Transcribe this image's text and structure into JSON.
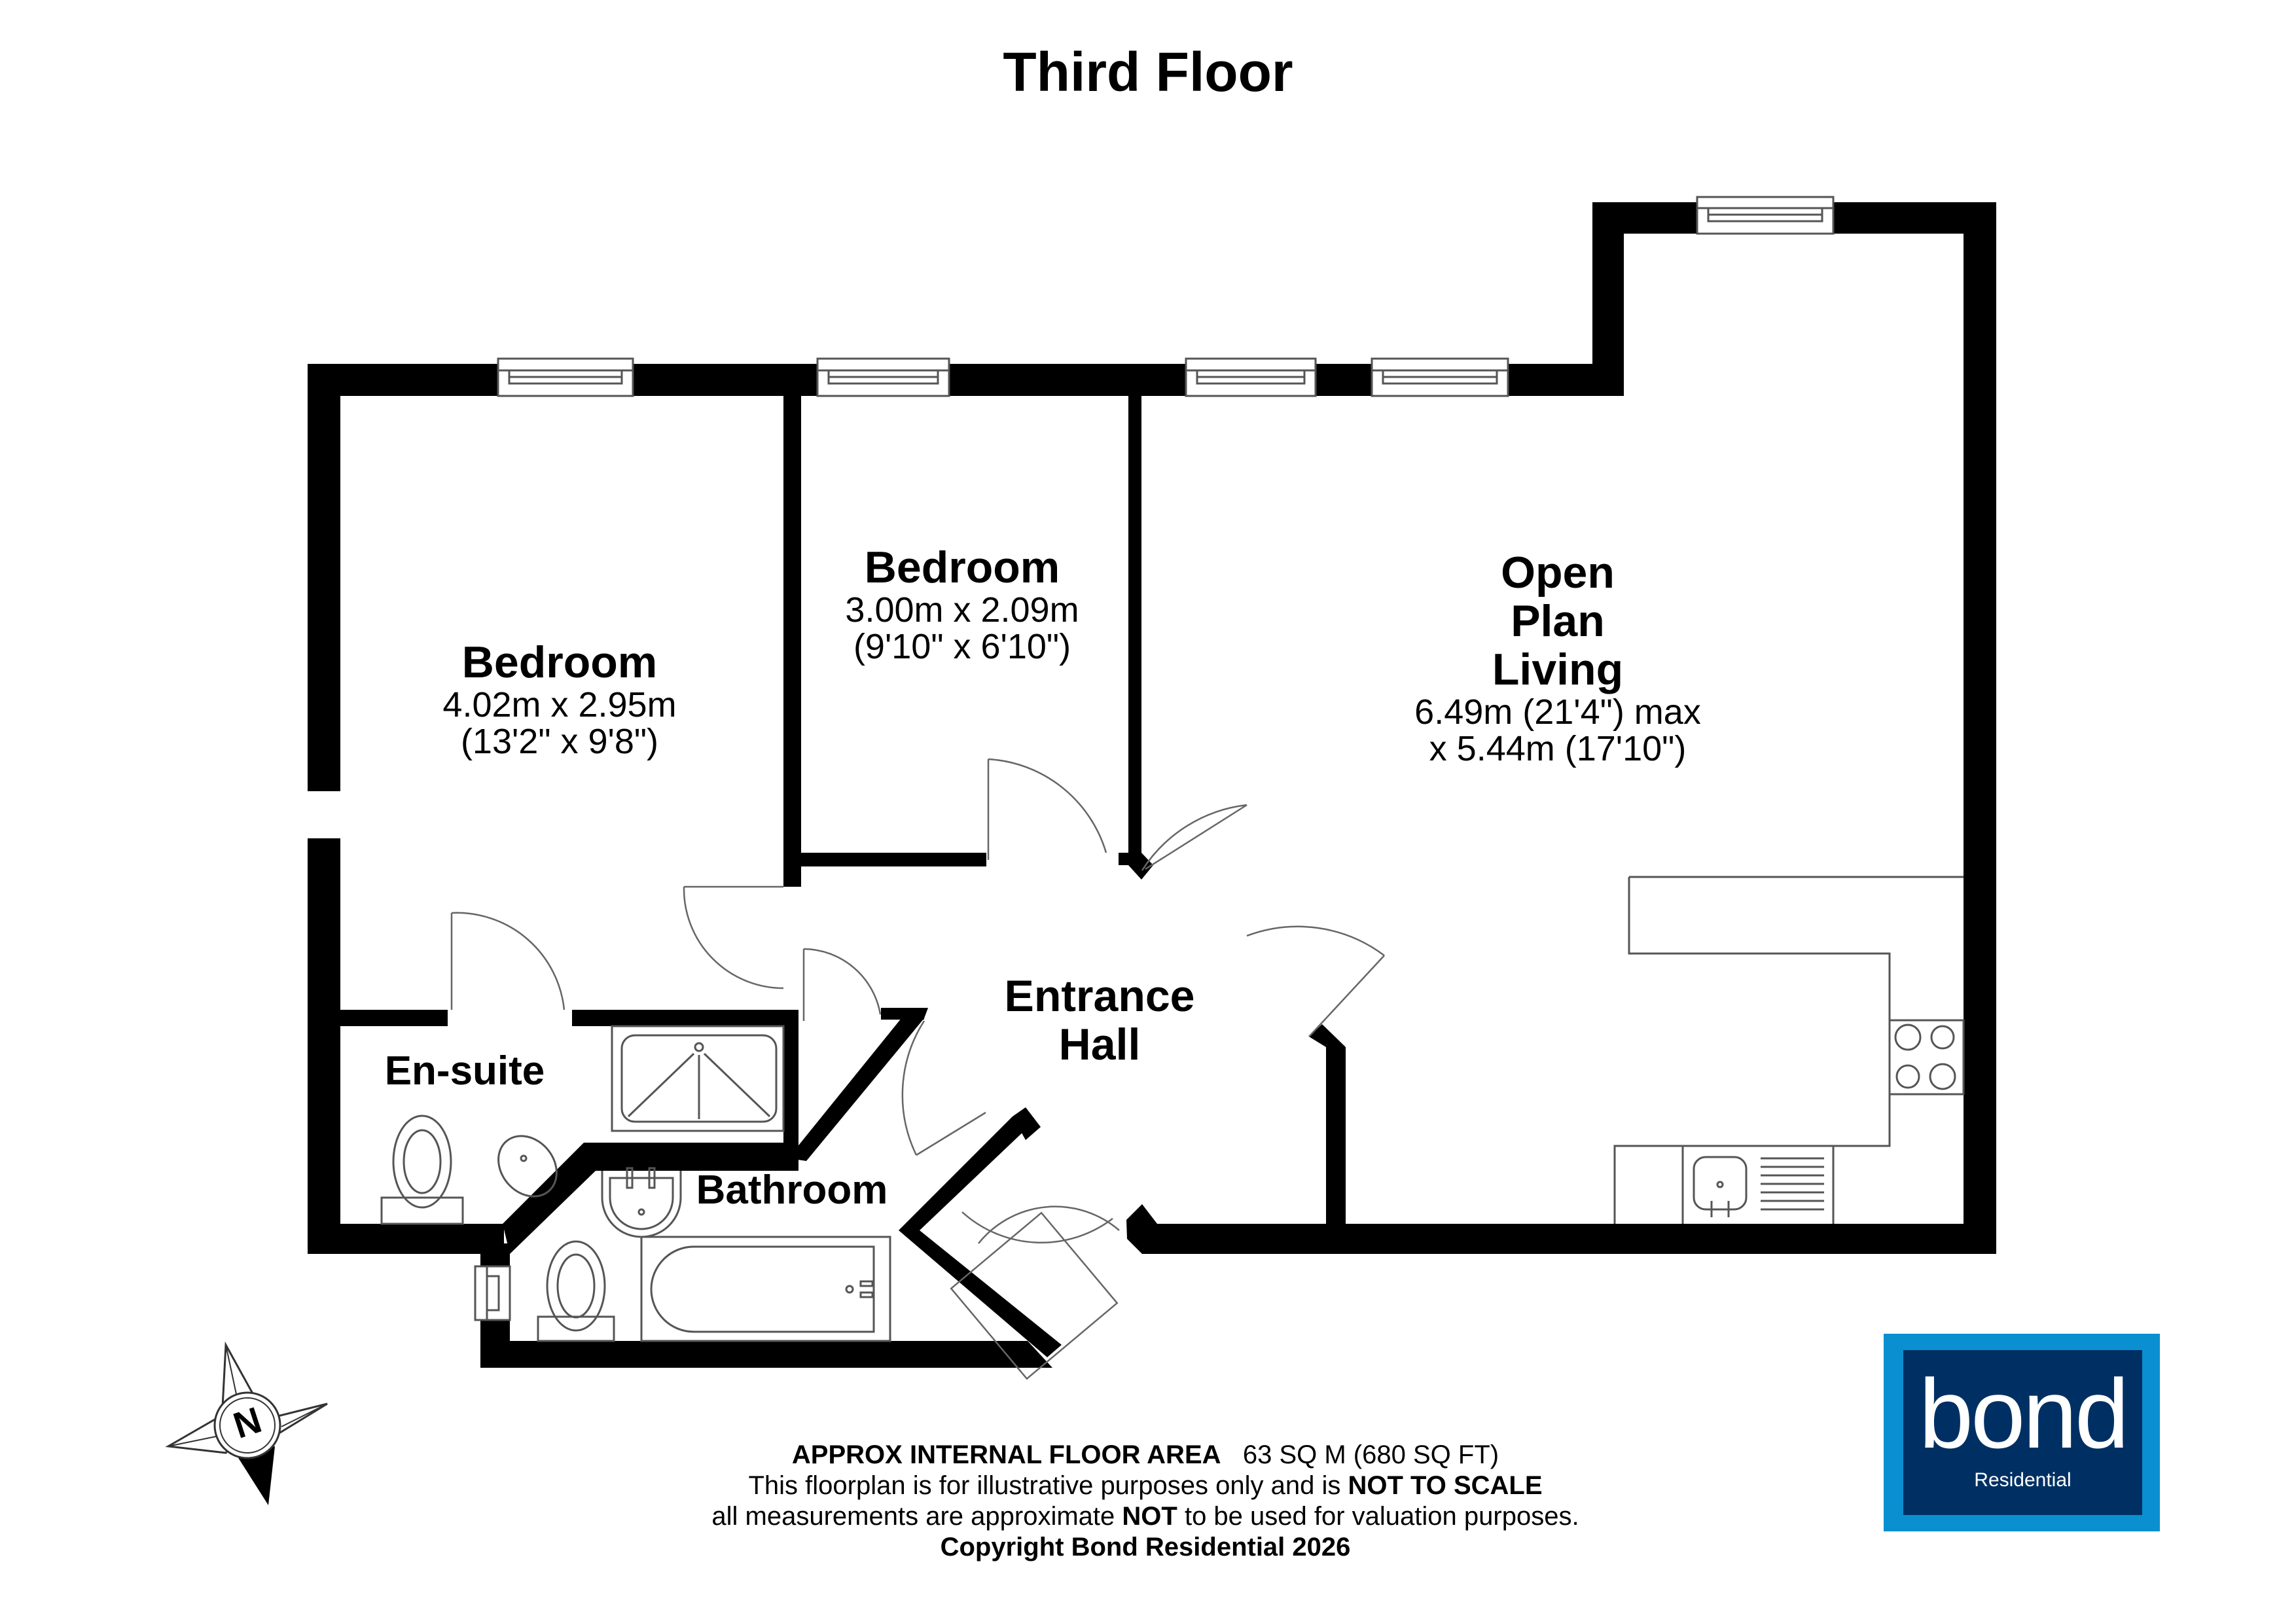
{
  "title": "Third Floor",
  "rooms": {
    "bedroom1": {
      "name": "Bedroom",
      "dim_metric": "4.02m x 2.95m",
      "dim_imperial": "(13'2\" x 9'8\")"
    },
    "bedroom2": {
      "name": "Bedroom",
      "dim_metric": "3.00m x 2.09m",
      "dim_imperial": "(9'10\" x 6'10\")"
    },
    "living": {
      "name_line1": "Open",
      "name_line2": "Plan",
      "name_line3": "Living",
      "dim_line1": "6.49m (21'4\") max",
      "dim_line2": "x 5.44m (17'10\")"
    },
    "hall": {
      "name_line1": "Entrance",
      "name_line2": "Hall"
    },
    "ensuite": {
      "name": "En-suite"
    },
    "bathroom": {
      "name": "Bathroom"
    }
  },
  "footer": {
    "area_label": "APPROX INTERNAL FLOOR AREA",
    "area_value": "63 SQ M (680 SQ FT)",
    "disclaimer1_pre": "This floorplan is for illustrative  purposes only and is",
    "disclaimer1_bold": "NOT TO SCALE",
    "disclaimer2_pre": "all measurements are approximate",
    "disclaimer2_bold": "NOT",
    "disclaimer2_post": "to be used for valuation purposes.",
    "copyright": "Copyright Bond Residential 2026"
  },
  "compass": {
    "label": "N"
  },
  "logo": {
    "word": "bond",
    "sub": "Residential",
    "outer_color": "#0a8fd0",
    "inner_color": "#003063"
  }
}
